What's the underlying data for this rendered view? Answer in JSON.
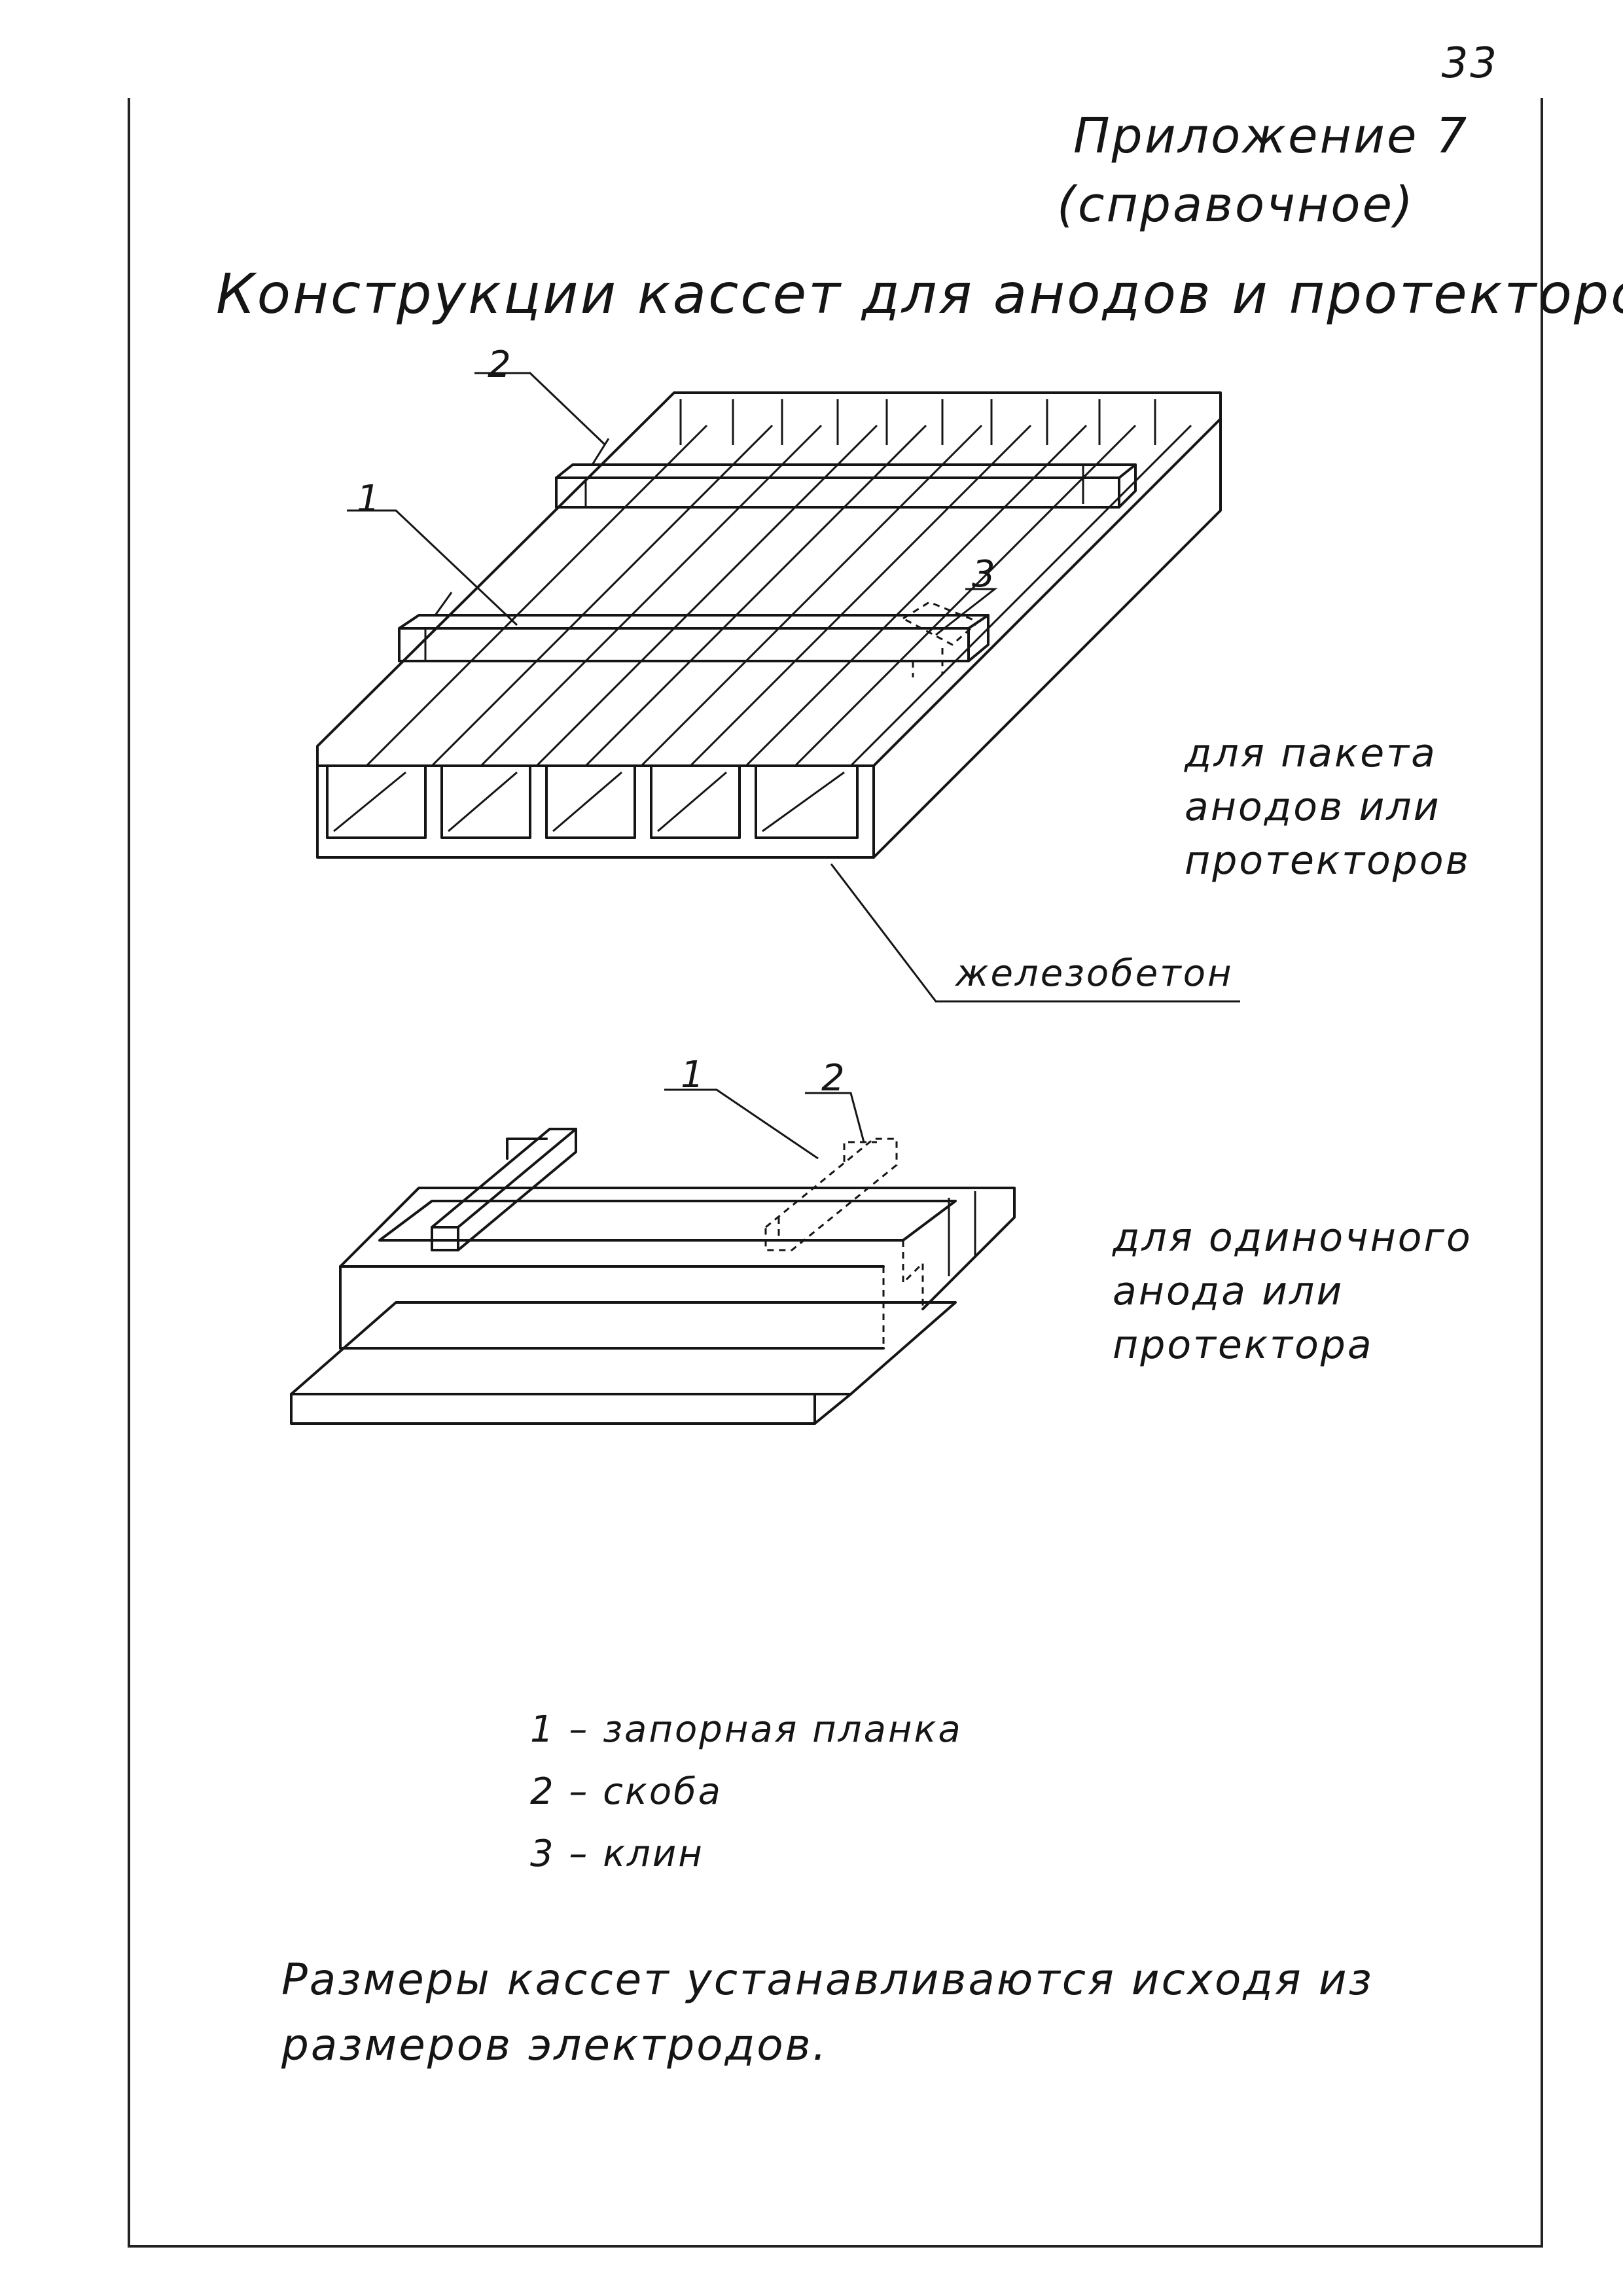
{
  "page_number": "33",
  "appendix": {
    "title": "Приложение 7",
    "subtitle": "(справочное)"
  },
  "main_title": "Конструкции кассет для анодов и протекторов.",
  "figure_top": {
    "caption": "для пакета\nанодов или\nпротекторов",
    "material_label": "железобетон",
    "callouts": [
      "1",
      "2",
      "3"
    ]
  },
  "figure_bottom": {
    "caption": "для одиночного\nанода или\nпротектора",
    "callouts": [
      "1",
      "2"
    ]
  },
  "legend": [
    "1 – запорная планка",
    "2 – скоба",
    "3 – клин"
  ],
  "note": "Размеры кассет устанавливаются исходя из\nразмеров электродов."
}
